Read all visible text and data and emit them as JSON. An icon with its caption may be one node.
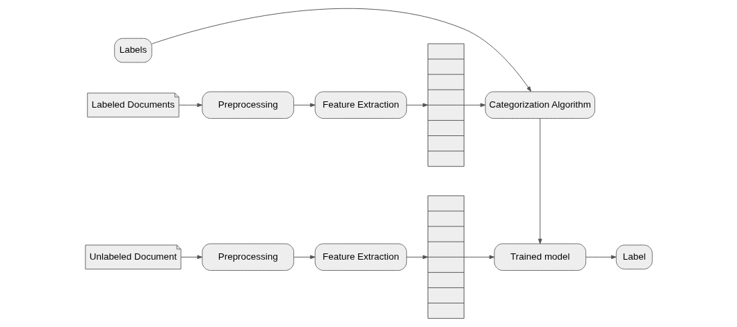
{
  "diagram": {
    "nodes": [
      {
        "text": [
          "Labels"
        ]
      },
      {
        "text": [
          "Labeled Documents"
        ]
      },
      {
        "text": [
          "Preprocessing"
        ]
      },
      {
        "text": [
          "Feature Extraction"
        ]
      },
      {
        "text": [],
        "shape": "bar"
      },
      {
        "text": [
          "Categorization Algorithm"
        ]
      },
      {
        "text": [
          "Unlabeled Document"
        ]
      },
      {
        "text": [
          "Preprocessing"
        ]
      },
      {
        "text": [
          "Feature Extraction"
        ]
      },
      {
        "text": [],
        "shape": "bar"
      },
      {
        "text": [
          "Trained model"
        ]
      },
      {
        "text": [
          "Label"
        ]
      }
    ],
    "edges": [
      {
        "from": 0,
        "to": 5,
        "arrow": "to"
      },
      {
        "from": 1,
        "to": 2,
        "arrow": "to"
      },
      {
        "from": 2,
        "to": 3,
        "arrow": "to"
      },
      {
        "from": 3,
        "to": 4,
        "arrow": "to"
      },
      {
        "from": 4,
        "to": 5,
        "arrow": "to"
      },
      {
        "from": 5,
        "to": 10,
        "arrow": "to"
      },
      {
        "from": 6,
        "to": 7,
        "arrow": "to"
      },
      {
        "from": 7,
        "to": 8,
        "arrow": "to"
      },
      {
        "from": 8,
        "to": 9,
        "arrow": "to"
      },
      {
        "from": 9,
        "to": 10,
        "arrow": "to"
      },
      {
        "from": 10,
        "to": 11,
        "arrow": "to"
      }
    ]
  }
}
